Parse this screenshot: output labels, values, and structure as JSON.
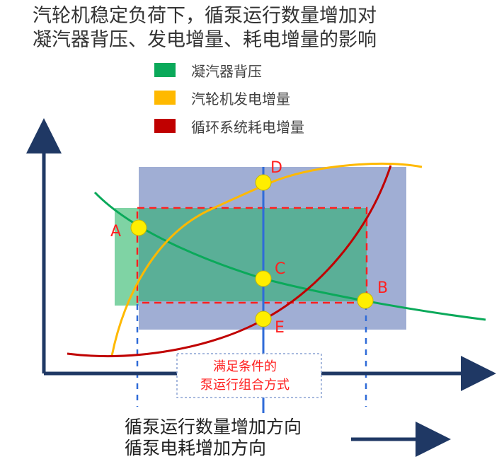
{
  "title": {
    "line1": "汽轮机稳定负荷下，循泵运行数量增加对",
    "line2": "凝汽器背压、发电增量、耗电增量的影响"
  },
  "legend": [
    {
      "label": "凝汽器背压",
      "color": "#0aa95a"
    },
    {
      "label": "汽轮机发电增量",
      "color": "#ffb900"
    },
    {
      "label": "循环系统耗电增量",
      "color": "#c00000"
    }
  ],
  "points": {
    "A": "A",
    "B": "B",
    "C": "C",
    "D": "D",
    "E": "E"
  },
  "annotation": {
    "line1": "满足条件的",
    "line2": "泵运行组合方式"
  },
  "bottom": {
    "line1": "循泵运行数量增加方向",
    "line2": "循泵电耗增加方向"
  },
  "colors": {
    "axis": "#1f3864",
    "blue_region": "#8fa0cd",
    "green_region": "#7fd3a4",
    "overlap_region": "#5aaf97",
    "dashed_rect": "#ff2020",
    "vertical_line": "#2f6bd8",
    "point_fill": "#ffee00",
    "label_red": "#ff2020"
  }
}
